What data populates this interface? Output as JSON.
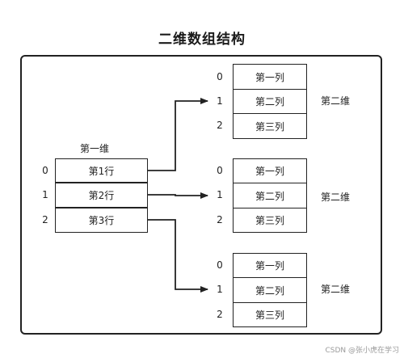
{
  "diagram": {
    "title": "二维数组结构",
    "outer": {
      "label": "第一维",
      "rows": [
        {
          "index": "0",
          "label": "第1行"
        },
        {
          "index": "1",
          "label": "第2行"
        },
        {
          "index": "2",
          "label": "第3行"
        }
      ]
    },
    "inner": [
      {
        "label": "第二维",
        "rows": [
          {
            "index": "0",
            "label": "第一列"
          },
          {
            "index": "1",
            "label": "第二列"
          },
          {
            "index": "2",
            "label": "第三列"
          }
        ]
      },
      {
        "label": "第二维",
        "rows": [
          {
            "index": "0",
            "label": "第一列"
          },
          {
            "index": "1",
            "label": "第二列"
          },
          {
            "index": "2",
            "label": "第三列"
          }
        ]
      },
      {
        "label": "第二维",
        "rows": [
          {
            "index": "0",
            "label": "第一列"
          },
          {
            "index": "1",
            "label": "第二列"
          },
          {
            "index": "2",
            "label": "第三列"
          }
        ]
      }
    ],
    "watermark": "CSDN @张小虎在学习"
  }
}
